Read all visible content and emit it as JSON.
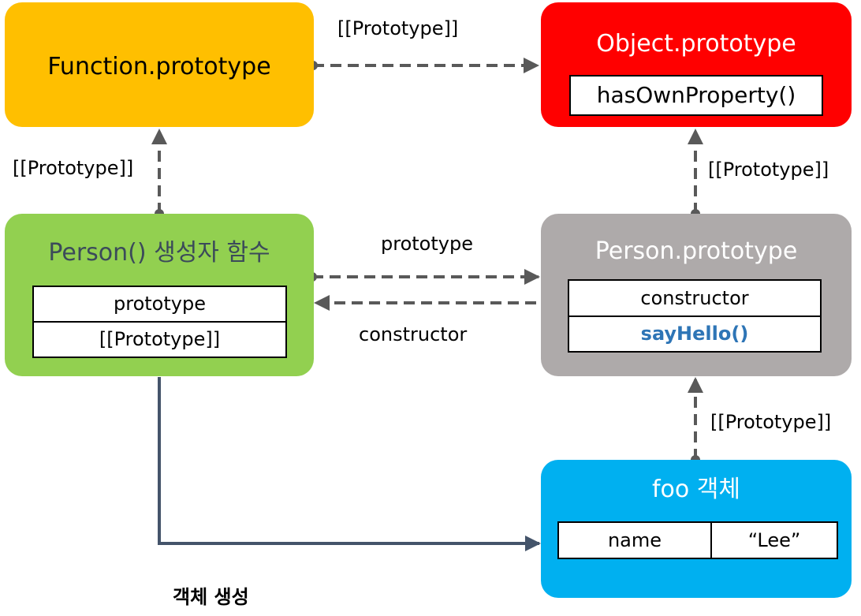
{
  "colors": {
    "function_proto": "#FFBF00",
    "object_proto": "#FF0000",
    "person_ctor": "#92D050",
    "person_proto": "#AEAAAA",
    "foo_obj": "#00B0F0",
    "dashed_link": "#595959",
    "solid_link": "#44546A",
    "method_text": "#2E75B6"
  },
  "function_prototype": {
    "title": "Function.prototype"
  },
  "object_prototype": {
    "title": "Object.prototype",
    "method": "hasOwnProperty()"
  },
  "person_constructor": {
    "title": "Person() 생성자 함수",
    "field1": "prototype",
    "field2": "[[Prototype]]"
  },
  "person_prototype": {
    "title": "Person.prototype",
    "field1": "constructor",
    "field2": "sayHello()"
  },
  "foo_object": {
    "title": "foo 객체",
    "key": "name",
    "value": "“Lee”"
  },
  "edges": {
    "function_to_object": "[[Prototype]]",
    "person_to_function": "[[Prototype]]",
    "personproto_to_object": "[[Prototype]]",
    "prototype_link": "prototype",
    "constructor_link": "constructor",
    "foo_to_personproto": "[[Prototype]]",
    "create": "객체 생성"
  }
}
